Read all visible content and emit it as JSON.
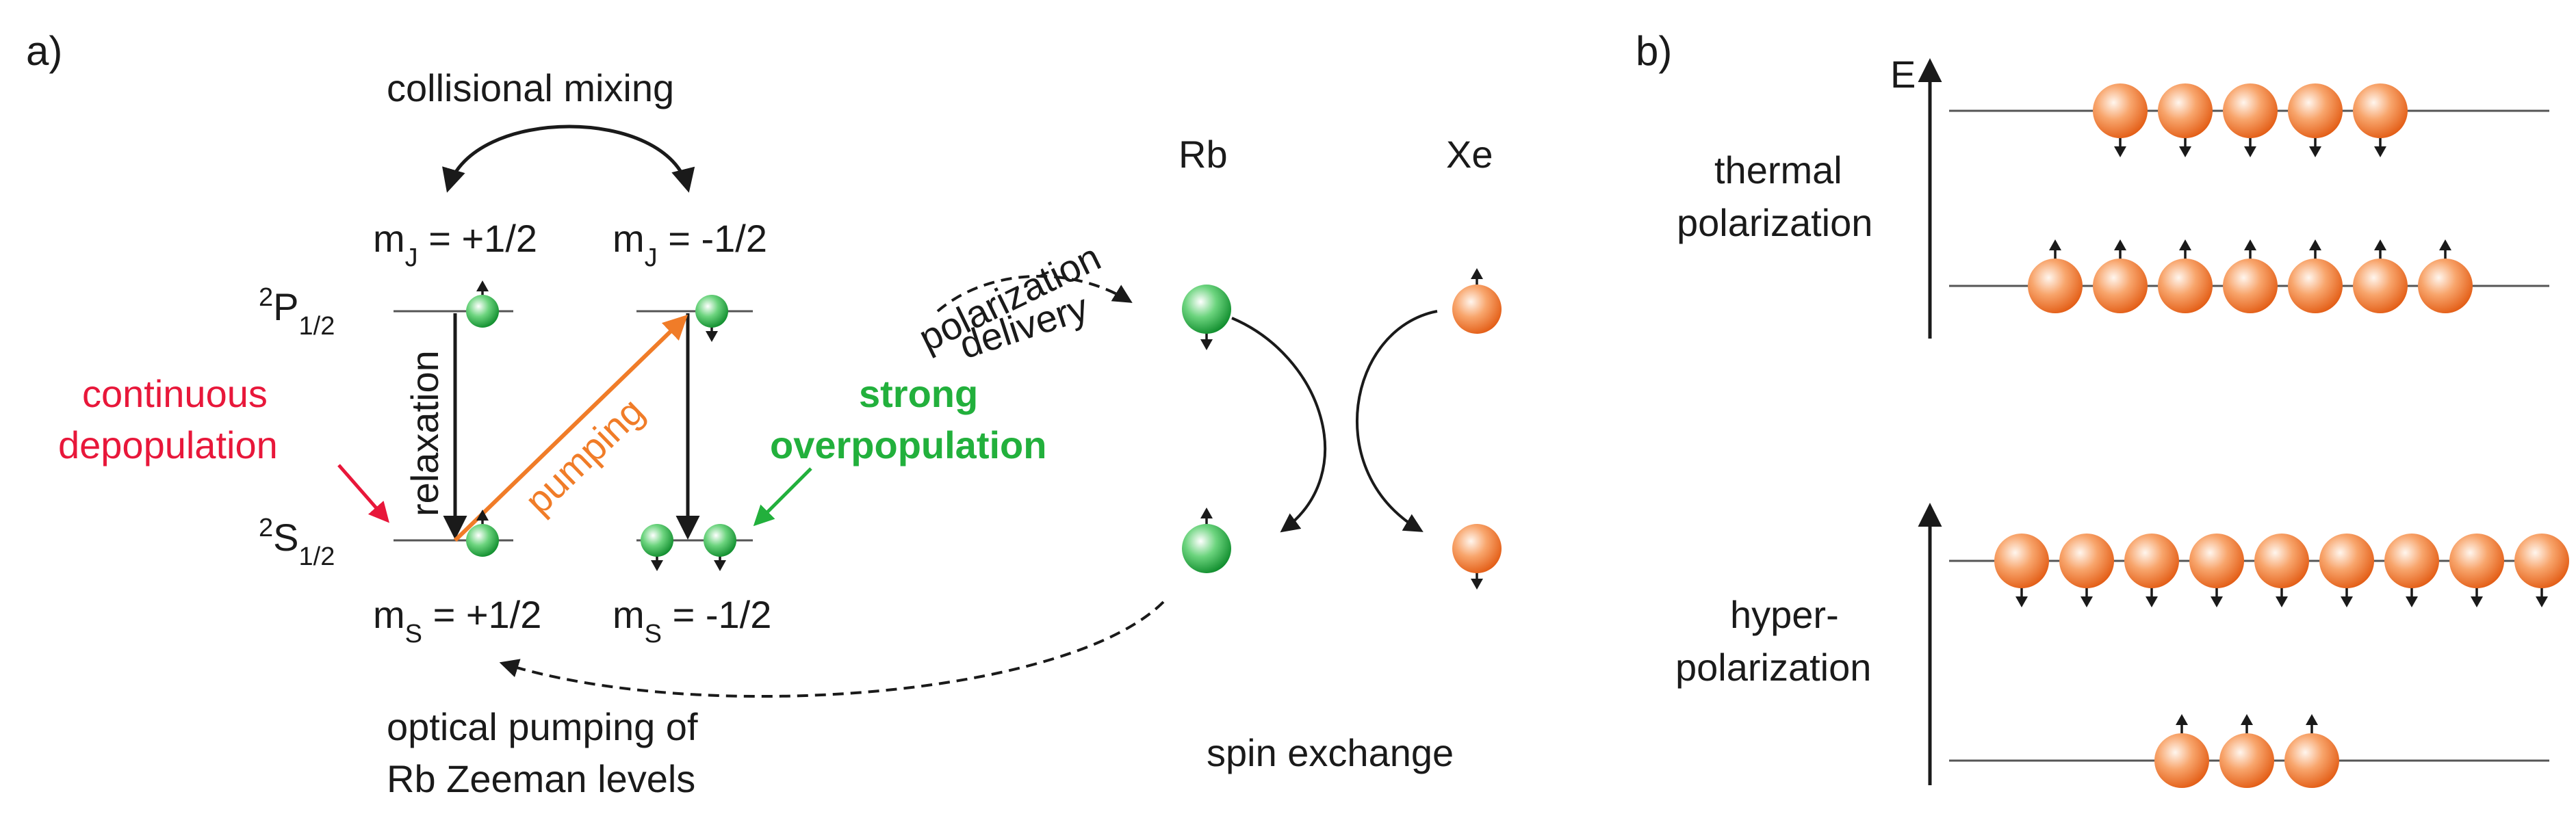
{
  "panel_a": {
    "label": "a)",
    "collisional_mixing": "collisional mixing",
    "mj_plus": {
      "m": "m",
      "sub": "J",
      "val": " = +1/2"
    },
    "mj_minus": {
      "m": "m",
      "sub": "J",
      "val": " = -1/2"
    },
    "p_state": {
      "sup": "2",
      "main": "P",
      "sub": "1/2"
    },
    "s_state": {
      "sup": "2",
      "main": "S",
      "sub": "1/2"
    },
    "ms_plus": {
      "m": "m",
      "sub": "S",
      "val": " = +1/2"
    },
    "ms_minus": {
      "m": "m",
      "sub": "S",
      "val": " = -1/2"
    },
    "relaxation": "relaxation",
    "pumping": "pumping",
    "continuous_1": "continuous",
    "continuous_2": "depopulation",
    "strong_1": "strong",
    "strong_2": "overpopulation",
    "polarization": "polarization",
    "delivery": "delivery",
    "rb": "Rb",
    "xe": "Xe",
    "optical_1": "optical pumping of",
    "optical_2": "Rb Zeeman levels",
    "spin_exchange": "spin exchange"
  },
  "panel_b": {
    "label": "b)",
    "energy_axis": "E",
    "thermal_1": "thermal",
    "thermal_2": "polarization",
    "hyper_1": "hyper-",
    "hyper_2": "polarization",
    "thermal_upper_count": 5,
    "thermal_lower_count": 7,
    "hyper_upper_count": 9,
    "hyper_lower_count": 3
  },
  "colors": {
    "rb_sphere": "#22b03c",
    "xe_sphere": "#f07c28",
    "depopulation": "#e8173a",
    "overpopulation": "#22b03c",
    "pumping_arrow": "#f07c28"
  }
}
